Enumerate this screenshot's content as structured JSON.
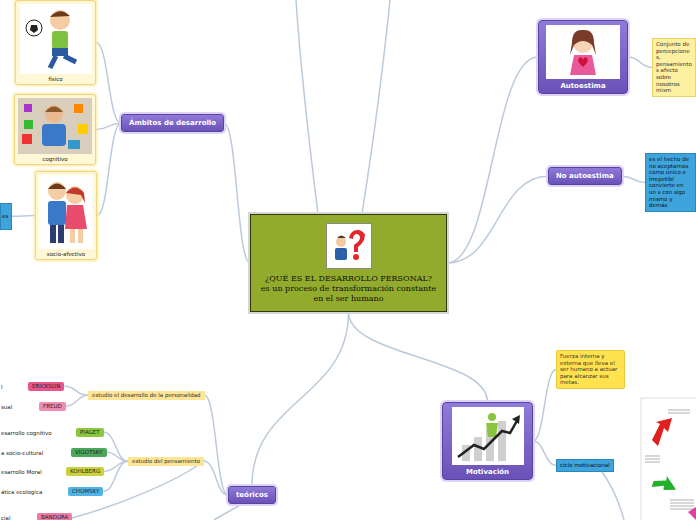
{
  "diagram": {
    "nodes": [
      {
        "text": [
          "¿QUÉ ES EL DESARROLLO PERSONAL?",
          "es un proceso de transformación constante en el ser humano"
        ]
      },
      {
        "text": [
          "Ámbitos de desarrollo"
        ]
      },
      {
        "text": [
          "físico"
        ]
      },
      {
        "text": [
          "cognitivo"
        ]
      },
      {
        "text": [
          "socio-afectivo"
        ]
      },
      {
        "text": [
          "es"
        ]
      },
      {
        "text": [
          "Autoestima"
        ]
      },
      {
        "text": [
          "Conjunto de percepciones, pensamientos afecto sobre nosotros mism"
        ]
      },
      {
        "text": [
          "No autoestima"
        ]
      },
      {
        "text": [
          "es el hecho de no aceptarnos como único e irrepetibl convierte en un s con sigo mismo y demás"
        ]
      },
      {
        "text": [
          "Motivación"
        ]
      },
      {
        "text": [
          "Fuerza interna y externa que lleva el ser humano a actuar para alcanzar sus metas."
        ]
      },
      {
        "text": [
          "ciclo motivacional"
        ]
      },
      {
        "text": [
          "teóricos"
        ]
      },
      {
        "text": [
          "estudio el desarrollo de la personalidad"
        ]
      },
      {
        "text": [
          "ERICKSON"
        ]
      },
      {
        "text": [
          "FREUD"
        ]
      },
      {
        "text": [
          "estudio del pensamiento"
        ]
      },
      {
        "text": [
          "PIAGET"
        ]
      },
      {
        "text": [
          "VIGOTSKY"
        ]
      },
      {
        "text": [
          "KOHLBERG"
        ]
      },
      {
        "text": [
          "CHOMSKY"
        ]
      },
      {
        "text": [
          "BANDURA"
        ]
      }
    ],
    "edges": [
      {
        "from": 0,
        "to": 1,
        "arrow": "none"
      },
      {
        "from": 1,
        "to": 2,
        "arrow": "none"
      },
      {
        "from": 1,
        "to": 3,
        "arrow": "none"
      },
      {
        "from": 1,
        "to": 4,
        "arrow": "none"
      },
      {
        "from": 4,
        "to": 5,
        "arrow": "none"
      },
      {
        "from": 0,
        "to": 6,
        "arrow": "none"
      },
      {
        "from": 6,
        "to": 7,
        "arrow": "none"
      },
      {
        "from": 0,
        "to": 8,
        "arrow": "none"
      },
      {
        "from": 8,
        "to": 9,
        "arrow": "none"
      },
      {
        "from": 0,
        "to": 10,
        "arrow": "none"
      },
      {
        "from": 10,
        "to": 11,
        "arrow": "none"
      },
      {
        "from": 10,
        "to": 12,
        "arrow": "none"
      },
      {
        "from": 0,
        "to": 13,
        "arrow": "none"
      },
      {
        "from": 13,
        "to": 14,
        "arrow": "none"
      },
      {
        "from": 14,
        "to": 15,
        "arrow": "none"
      },
      {
        "from": 14,
        "to": 16,
        "arrow": "none"
      },
      {
        "from": 13,
        "to": 17,
        "arrow": "none"
      },
      {
        "from": 17,
        "to": 18,
        "arrow": "none"
      },
      {
        "from": 17,
        "to": 19,
        "arrow": "none"
      },
      {
        "from": 17,
        "to": 20,
        "arrow": "none"
      },
      {
        "from": 17,
        "to": 21,
        "arrow": "none"
      }
    ],
    "labels": [
      "l",
      "sual",
      "esarrollo cognitivo",
      "a socio-cultural",
      "esarrollo Moral",
      "ática ecologica",
      "cial"
    ]
  }
}
